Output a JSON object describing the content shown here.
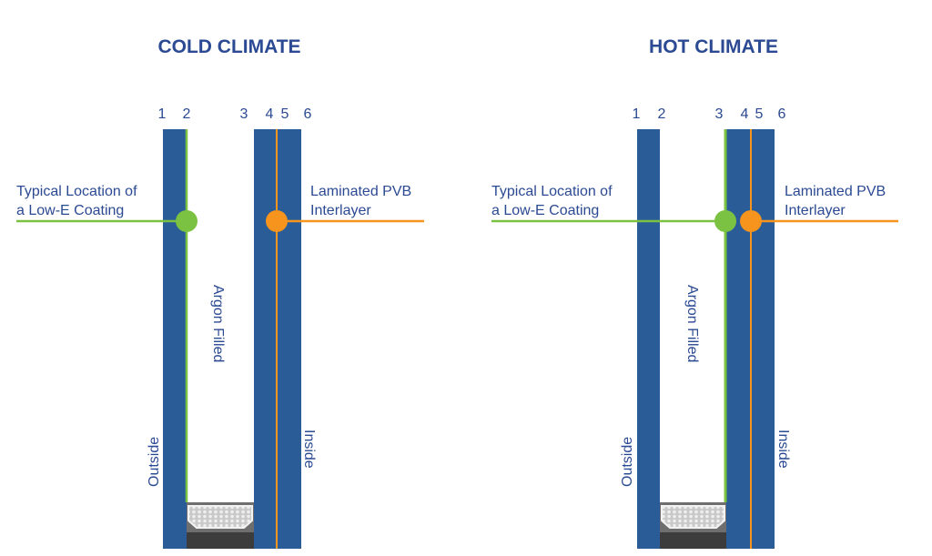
{
  "colors": {
    "glass": "#2a5c97",
    "lowe": "#7cc242",
    "pvb": "#f7941d",
    "text": "#2b4a93"
  },
  "panels": [
    {
      "title": "COLD CLIMATE",
      "surfaces": [
        "1",
        "2",
        "3",
        "4",
        "5",
        "6"
      ],
      "lowe_label": [
        "Typical Location of",
        "a Low-E Coating"
      ],
      "pvb_label": [
        "Laminated PVB",
        "Interlayer"
      ],
      "gap_label": "Argon Filled",
      "outside_label": "Outside",
      "inside_label": "Inside",
      "lowe_surface": "2"
    },
    {
      "title": "HOT CLIMATE",
      "surfaces": [
        "1",
        "2",
        "3",
        "4",
        "5",
        "6"
      ],
      "lowe_label": [
        "Typical Location of",
        "a Low-E Coating"
      ],
      "pvb_label": [
        "Laminated PVB",
        "Interlayer"
      ],
      "gap_label": "Argon Filled",
      "outside_label": "Outside",
      "inside_label": "Inside",
      "lowe_surface": "3"
    }
  ]
}
